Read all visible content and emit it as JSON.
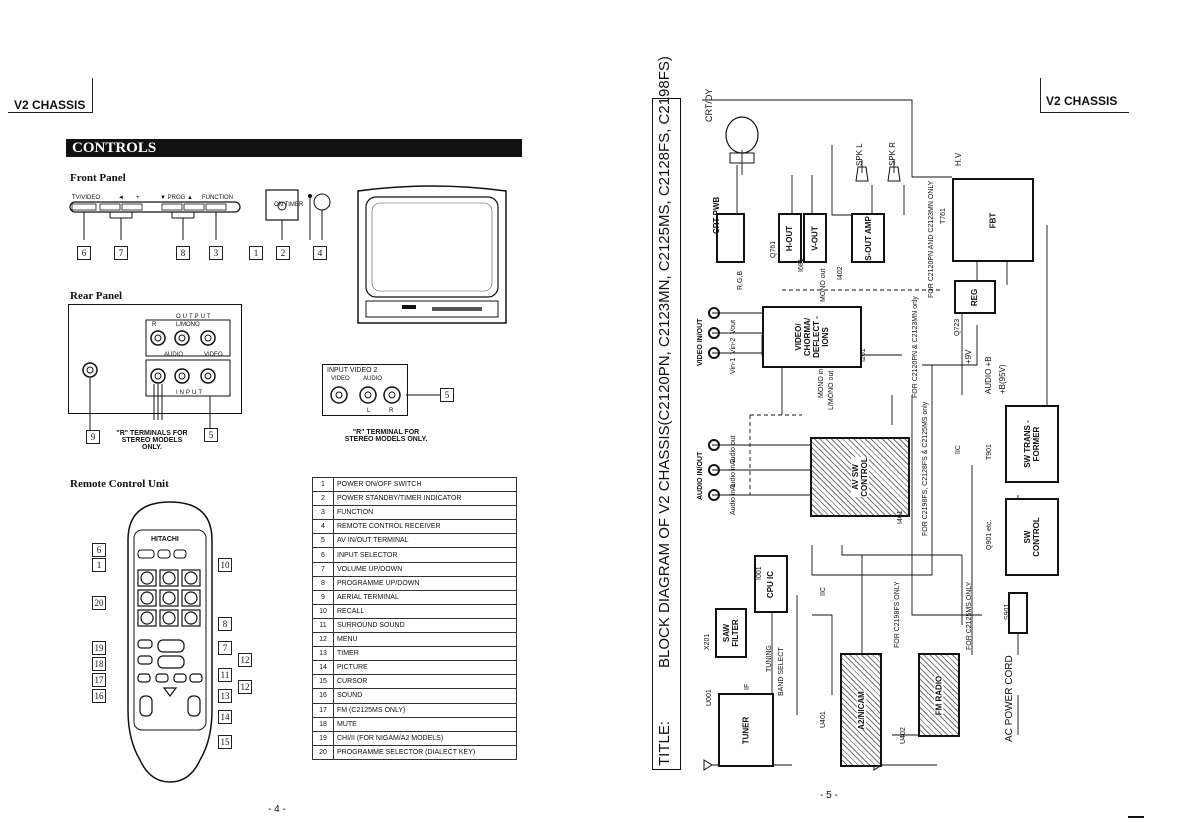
{
  "page_left": {
    "chassis_label": "V2 CHASSIS",
    "section_title": "CONTROLS",
    "front_panel": {
      "title": "Front Panel",
      "labels": [
        "TV/VIDEO",
        "◄",
        "+",
        "▼ PROG ▲",
        "FUNCTION",
        "ON TIMER"
      ],
      "numbers": [
        "6",
        "7",
        "8",
        "3",
        "1",
        "2",
        "4"
      ]
    },
    "rear_panel": {
      "title": "Rear Panel",
      "output_label": "OUTPUT",
      "input_label": "INPUT",
      "audio_label": "AUDIO",
      "video_label": "VIDEO",
      "lmono_label": "L/MONO",
      "r_label": "R",
      "note": "\"R\" TERMINALS FOR STEREO MODELS ONLY.",
      "numbers": [
        "9",
        "5"
      ]
    },
    "input_video2": {
      "title": "INPUT VIDEO 2",
      "video": "VIDEO",
      "audio": "AUDIO",
      "l": "L",
      "r": "R",
      "note": "\"R\" TERMINAL FOR STEREO MODELS ONLY.",
      "number": "5"
    },
    "remote": {
      "title": "Remote Control Unit",
      "brand": "HITACHI",
      "left_numbers": [
        "6",
        "1",
        "20",
        "19",
        "18",
        "17",
        "16"
      ],
      "right_numbers": [
        "10",
        "8",
        "7",
        "11",
        "12",
        "13",
        "14",
        "15"
      ]
    },
    "table": [
      {
        "n": "1",
        "label": "POWER ON/OFF SWITCH"
      },
      {
        "n": "2",
        "label": "POWER STANDBY/TIMER INDICATOR"
      },
      {
        "n": "3",
        "label": "FUNCTION"
      },
      {
        "n": "4",
        "label": "REMOTE CONTROL RECEIVER"
      },
      {
        "n": "5",
        "label": "AV IN/OUT TERMINAL"
      },
      {
        "n": "6",
        "label": "INPUT SELECTOR"
      },
      {
        "n": "7",
        "label": "VOLUME UP/DOWN"
      },
      {
        "n": "8",
        "label": "PROGRAMME UP/DOWN"
      },
      {
        "n": "9",
        "label": "AERIAL TERMINAL"
      },
      {
        "n": "10",
        "label": "RECALL"
      },
      {
        "n": "11",
        "label": "SURROUND SOUND"
      },
      {
        "n": "12",
        "label": "MENU"
      },
      {
        "n": "13",
        "label": "TIMER"
      },
      {
        "n": "14",
        "label": "PICTURE"
      },
      {
        "n": "15",
        "label": "CURSOR"
      },
      {
        "n": "16",
        "label": "SOUND"
      },
      {
        "n": "17",
        "label": "FM (C2125MS ONLY)"
      },
      {
        "n": "18",
        "label": "MUTE"
      },
      {
        "n": "19",
        "label": "CHI/II (FOR NIGAM/A2 MODELS)"
      },
      {
        "n": "20",
        "label": "PROGRAMME SELECTOR (DIALECT KEY)"
      }
    ],
    "page_number": "- 4 -"
  },
  "page_right": {
    "chassis_label": "V2 CHASSIS",
    "title_prefix": "TITLE:",
    "title": "BLOCK DIAGRAM OF V2 CHASSIS(C2120PN, C2123MN, C2125MS, C2128FS, C2198FS)",
    "blocks": {
      "crt_pwb": "CRT PWB",
      "h_out": "H-OUT",
      "v_out": "V-OUT",
      "s_out": "S-OUT AMP",
      "fbt": "FBT",
      "reg": "REG",
      "video": "VIDEO/ CHORMA/ DEFLECT -IONS",
      "av_sw": "AV SW CONTROL",
      "sw_trans": "SW TRANS -FORMER",
      "sw_control": "SW CONTROL",
      "cpu": "CPU IC",
      "saw": "SAW FILTER",
      "tuner": "TUNER",
      "a2": "A2/NICAM",
      "fm": "FM RADIO"
    },
    "labels": {
      "crt_dy": "CRT/DY",
      "spk_l": "SPK L",
      "spk_r": "SPK R",
      "hv": "H.V",
      "rgb": "R,G,B",
      "video_inout": "VIDEO IN/OUT",
      "vin1": "Vin-1",
      "vin2": "Vin-2",
      "vout": "Vout",
      "audio_inout": "AUDIO IN/OUT",
      "audio_out": "Audio out",
      "audio_in2": "Audio in 2",
      "audio_in1": "Audio in 1",
      "tuning": "TUNING",
      "band_select": "BAND SELECT",
      "if": "IF",
      "iic": "IIC",
      "plus9v": "+9V",
      "audio_b": "AUDIO +B",
      "b95": "+B(95V)",
      "ac_power": "AC POWER CORD",
      "s901": "S901",
      "q901": "Q901 etc.",
      "t901": "T901",
      "q723": "Q723",
      "t761": "T761",
      "i201": "I201",
      "i401": "I401",
      "i001": "I001",
      "i402": "I402",
      "u001": "U001",
      "u401": "U401",
      "u402": "U402",
      "x201": "X201",
      "q761": "Q761",
      "i681": "I681",
      "note_c2120": "FOR C2120PN AND C2123MN ONLY",
      "note_c2120_2": "FOR C2120PN & C2123MN only",
      "note_c2198": "FOR C2198FS, C2128FS & C2125MS only",
      "note_c2198_only": "FOR C2198FS ONLY",
      "note_c2125": "FOR C2125MS ONLY",
      "mono_in": "MONO in",
      "lmono_out": "L/MONO out",
      "mono_out": "MONO out"
    },
    "page_number": "- 5 -"
  }
}
